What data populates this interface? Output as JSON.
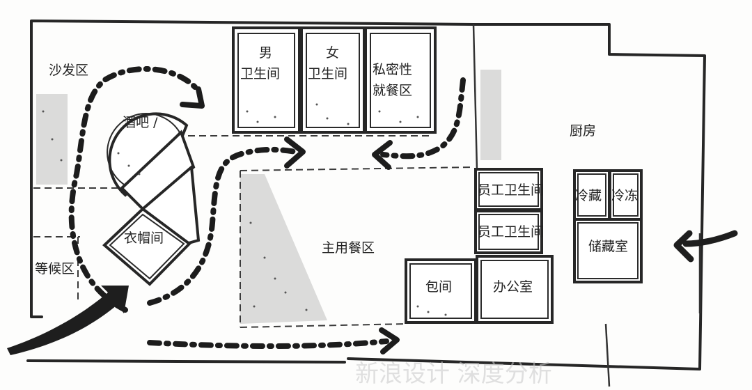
{
  "labels": {
    "sofa_area": "沙发区",
    "mens_restroom_line1": "男",
    "mens_restroom_line2": "卫生间",
    "womens_restroom_line1": "女",
    "womens_restroom_line2": "卫生间",
    "private_dining_line1": "私密性",
    "private_dining_line2": "就餐区",
    "bar": "酒吧 /",
    "cloakroom": "衣帽间",
    "waiting_area": "等候区",
    "main_dining": "主用餐区",
    "kitchen": "厨房",
    "staff_restroom_1": "员工卫生间",
    "staff_restroom_2": "员工卫生间",
    "cold_storage": "冷藏",
    "freezer": "冷冻",
    "storage_room": "储藏室",
    "private_room": "包间",
    "office": "办公室"
  },
  "watermark": "新浪设计 深度分析",
  "colors": {
    "line": "#262626",
    "paper": "#fdfdfc",
    "shade": "#9a9a9a"
  }
}
